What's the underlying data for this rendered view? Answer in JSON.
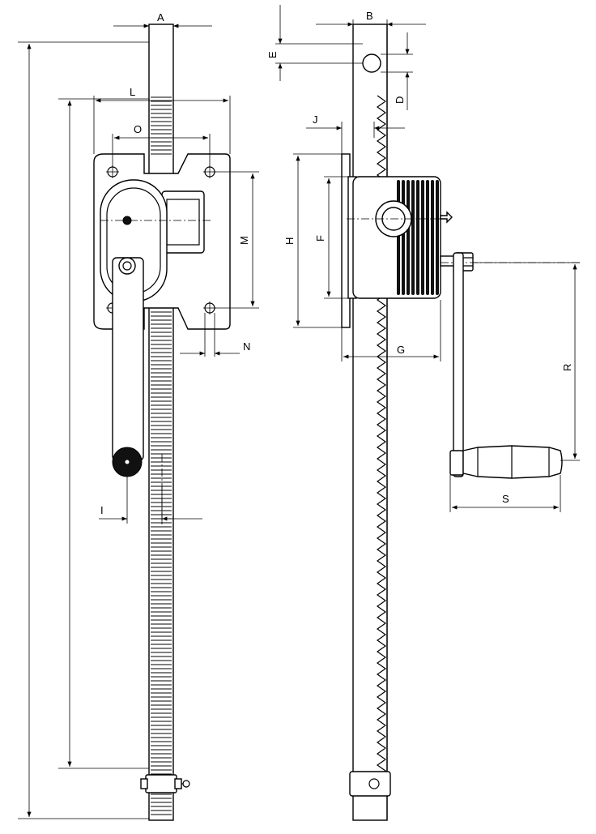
{
  "diagram": {
    "labels": {
      "A": "A",
      "B": "B",
      "D": "D",
      "E": "E",
      "F": "F",
      "G": "G",
      "H": "H",
      "I": "I",
      "J": "J",
      "L": "L",
      "M": "M",
      "N": "N",
      "O": "O",
      "R": "R",
      "S": "S"
    },
    "colors": {
      "line": "#000000",
      "background": "#ffffff",
      "dark_fill": "#111111"
    }
  }
}
